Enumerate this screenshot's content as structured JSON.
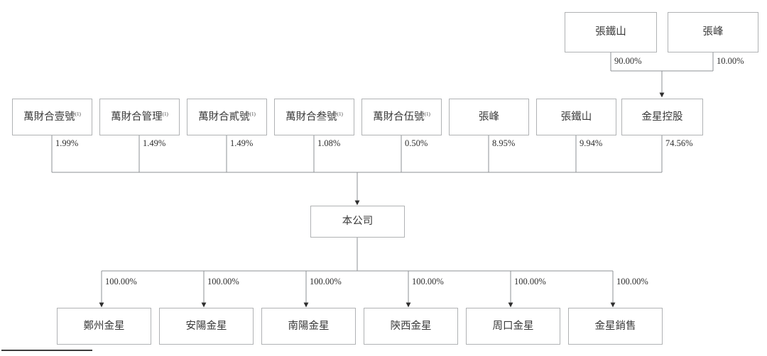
{
  "diagram": {
    "title": "Shareholding structure chart",
    "colors": {
      "box_border": "#b0b2b4",
      "line": "#8d9094",
      "text": "#3a3a3a",
      "background": "#ffffff",
      "footnote_rule": "#3d3d3d"
    },
    "top_level": [
      {
        "label": "張鐵山",
        "percent": "90.00%"
      },
      {
        "label": "張峰",
        "percent": "10.00%"
      }
    ],
    "shareholders": [
      {
        "label": "萬財合壹號",
        "note": "(1)",
        "percent": "1.99%"
      },
      {
        "label": "萬財合管理",
        "note": "(1)",
        "percent": "1.49%"
      },
      {
        "label": "萬財合貳號",
        "note": "(1)",
        "percent": "1.49%"
      },
      {
        "label": "萬財合叁號",
        "note": "(1)",
        "percent": "1.08%"
      },
      {
        "label": "萬財合伍號",
        "note": "(1)",
        "percent": "0.50%"
      },
      {
        "label": "張峰",
        "note": "",
        "percent": "8.95%"
      },
      {
        "label": "張鐵山",
        "note": "",
        "percent": "9.94%"
      },
      {
        "label": "金星控股",
        "note": "",
        "percent": "74.56%"
      }
    ],
    "company": {
      "label": "本公司"
    },
    "subsidiaries": [
      {
        "label": "鄭州金星",
        "percent": "100.00%"
      },
      {
        "label": "安陽金星",
        "percent": "100.00%"
      },
      {
        "label": "南陽金星",
        "percent": "100.00%"
      },
      {
        "label": "陝西金星",
        "percent": "100.00%"
      },
      {
        "label": "周口金星",
        "percent": "100.00%"
      },
      {
        "label": "金星銷售",
        "percent": "100.00%"
      }
    ]
  }
}
